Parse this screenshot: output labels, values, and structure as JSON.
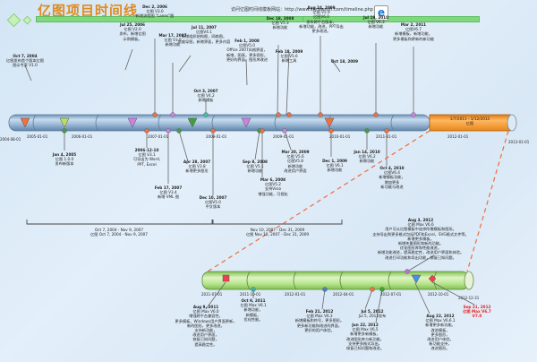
{
  "header": {
    "title": "亿图项目时间线",
    "url_text": "访问亿图时间线模板网站：http://www.edrawsoft.com/timeline.php",
    "ie_icon": "internet-explorer-icon"
  },
  "timeline_main": {
    "ticks": [
      "2004-08-01",
      "2005-01-01",
      "2006-01-01",
      "2007-01-01",
      "2008-01-01",
      "2009-01-01",
      "2010-01-01",
      "2011-01-01",
      "2012-01-01",
      "2013-01-01"
    ],
    "highlight": {
      "label": "1/7/2011 - 1/12/2012",
      "sublabel": "亿图",
      "color": "#f7941d"
    },
    "events_above": [
      {
        "date": "Oct 7, 2004",
        "lines": [
          "亿图发布首个版本亿图",
          "图示专家 V1.0"
        ]
      },
      {
        "date": "Jul 25, 2006",
        "lines": [
          "亿图 V2.0",
          "发布，新增亿图",
          "示例模板。"
        ]
      },
      {
        "date": "Dec 2, 2006",
        "lines": [
          "亿图 V3.0",
          "新增流程图 \"Lanes\"图"
        ]
      },
      {
        "date": "Mar 17, 2007",
        "lines": [
          "亿图 V3.5",
          "新增功能"
        ]
      },
      {
        "date": "Jul 11, 2007",
        "lines": [
          "亿图V4.1",
          "新增组织结构图，网络图，",
          "思维导图，新增界面，更多内容"
        ]
      },
      {
        "date": "Oct 3, 2007",
        "lines": [
          "亿图 V4.2",
          "新增模板"
        ]
      },
      {
        "date": "Feb 1, 2008",
        "lines": [
          "亿图V5.0",
          "Office 2007风格界面，",
          "新增，图表，更多图形，",
          "更好的界面，图形库改进"
        ]
      },
      {
        "date": "Dec 18, 2008",
        "lines": [
          "亿图 V5.3",
          "新增功能"
        ]
      },
      {
        "date": "Feb 18, 2009",
        "lines": [
          "亿图 V5.6",
          "新增工具"
        ]
      },
      {
        "date": "Aug 24, 2009",
        "lines": [
          "亿图 V5.9",
          "亿图V6.0",
          "发布跨平台版本，",
          "新增功能，改进，PPT导出",
          "更多改进。"
        ]
      },
      {
        "date": "Oct 18, 2009",
        "lines": []
      },
      {
        "date": "Jul 19, 2010",
        "lines": [
          "亿图 V6.3",
          "新增功能"
        ]
      },
      {
        "date": "Mar 2, 2011",
        "lines": [
          "亿图V6.7",
          "新增模板，新增功能，",
          "更多模板和更新的新功能"
        ]
      }
    ],
    "events_below": [
      {
        "date": "Jan 4, 2005",
        "lines": [
          "亿图 1.0.0",
          "发布新版本"
        ]
      },
      {
        "date": "2006-12-10",
        "lines": [
          "亿图 V3.1",
          "可导出为 Word,",
          "PPT, Excel"
        ]
      },
      {
        "date": "Feb 17, 2007",
        "lines": [
          "亿图 V3.4",
          "新增 VML 图"
        ]
      },
      {
        "date": "Apr 28, 2007",
        "lines": [
          "亿图 V3.8",
          "新增更多图形"
        ]
      },
      {
        "date": "Dec 10, 2007",
        "lines": [
          "亿图V5.0",
          "中文版本"
        ]
      },
      {
        "date": "Sep 8, 2008",
        "lines": [
          "亿图 V5.1",
          "新增功能"
        ]
      },
      {
        "date": "Mar 6, 2008",
        "lines": [
          "亿图V5.2",
          "支持Visio",
          "增强功能，可视化"
        ]
      },
      {
        "date": "Mar 20, 2009",
        "lines": [
          "亿图 V5.6",
          "亿图V5.8",
          "新增功能",
          "改进用户界面"
        ]
      },
      {
        "date": "Dec 1, 2009",
        "lines": [
          "亿图 V6.1",
          "新增功能"
        ]
      },
      {
        "date": "Jan 14, 2010",
        "lines": [
          "亿图 V6.2",
          "新增功能"
        ]
      },
      {
        "date": "Oct 4, 2010",
        "lines": [
          "亿图V6.4",
          "新增模板功能，",
          "增加更多",
          "新功能与改进"
        ]
      }
    ],
    "brackets": [
      {
        "line1": "Oct 7, 2004 - Nov 9, 2007",
        "line2": "亿图 Oct 7, 2004 - Nov 9, 2007"
      },
      {
        "line1": "Nov 10, 2007 - Dec 31, 2009",
        "line2": "亿图 Nov 10, 2007 - Dec 31, 2009"
      }
    ]
  },
  "timeline_zoom": {
    "ticks": [
      "2011-07-01",
      "2011-10-01",
      "2012-01-01",
      "2012-04-01",
      "2012-07-01",
      "2012-10-01",
      "2012-12-31"
    ],
    "callout_above": {
      "date": "Aug 3, 2012",
      "lines": [
        "亿图 Max V6.6",
        "用户可从亿图模板中选择所需模板和图形。",
        "支持导出到更多格式包括PDF和Excel，SVG格式文件等。",
        "新增更多模板。",
        "新增矢量图形和新的功能。",
        "优化图形库和性能改进。",
        "新增功能改进，提高稳定性，改进用户界面和体验。",
        "改进打印功能和导出功能，修复已知问题。"
      ]
    },
    "events_below": [
      {
        "date": "Aug 9, 2011",
        "lines": [
          "亿图 Max V6.0",
          "增强跨平台兼容性，",
          "更多模板，Windows用户界面更新，",
          "新的图形，更多改进，",
          "支持新功能，",
          "改进用户界面，",
          "修复已知问题，",
          "提高稳定性。"
        ]
      },
      {
        "date": "Oct 9, 2011",
        "lines": [
          "亿图 Max V6.1",
          "新增功能，",
          "新模板，",
          "优化性能。"
        ]
      },
      {
        "date": "Feb 21, 2012",
        "lines": [
          "亿图 Max V6.3",
          "新增模板和符号，更多图形。",
          "更多新功能和改进的界面，",
          "更好的用户体验。"
        ]
      },
      {
        "date": "Jul 5, 2012",
        "lines": [
          "Jul 5, 2012发布"
        ]
      },
      {
        "date": "Jun 22, 2012",
        "lines": [
          "亿图 Max V6.5",
          "新增更多新模板，",
          "改进图形库与新功能，",
          "支持更多格式导出，",
          "修复已知问题和改进。"
        ]
      },
      {
        "date": "Aug 22, 2012",
        "lines": [
          "亿图 Max V6.6.1",
          "新增更多新功能。",
          "改进模板，",
          "更多图形，",
          "改进用户体验。",
          "新功能支持，",
          "改进图形。"
        ]
      },
      {
        "date": "Sep 21, 2012",
        "lines": [
          "亿图 Max V6.7",
          "V7.0"
        ],
        "highlight_color": "#e62020"
      }
    ]
  },
  "colors": {
    "main_bar": "#8fb3d6",
    "zoom_bar": "#a8dc7a",
    "highlight": "#f7941d",
    "connector_dash": "#f06a3a",
    "header_bar": "#7fd77f",
    "title": "#e08a1e"
  }
}
